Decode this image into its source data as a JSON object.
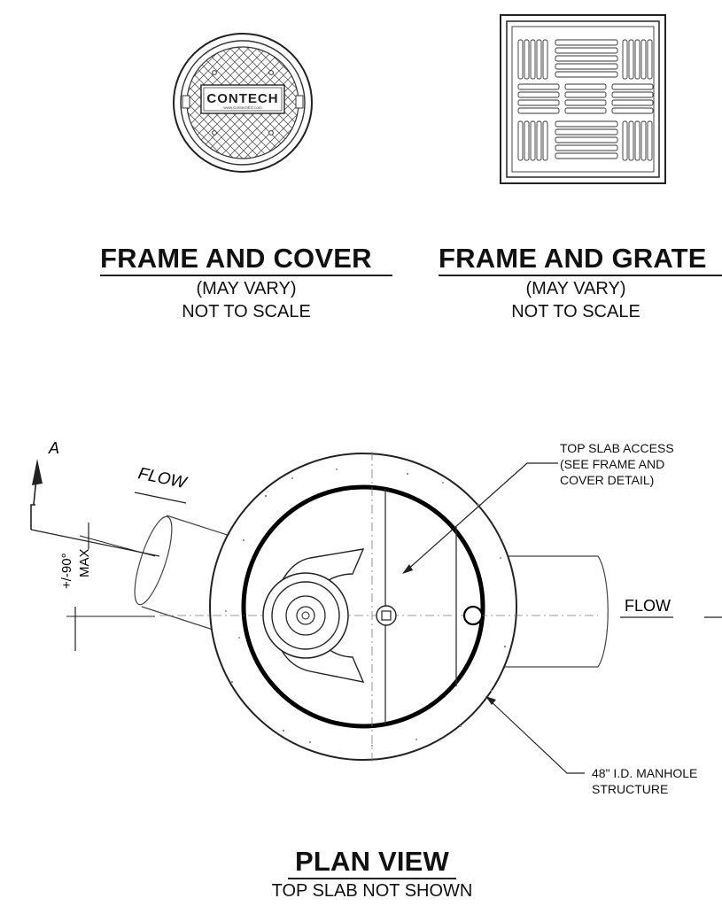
{
  "details": {
    "cover": {
      "title": "FRAME AND COVER",
      "note1": "(MAY VARY)",
      "note2": "NOT TO SCALE",
      "cover_text": "CONTECH",
      "cover_subtext": "www.ContechES.com"
    },
    "grate": {
      "title": "FRAME AND GRATE",
      "note1": "(MAY VARY)",
      "note2": "NOT TO SCALE"
    }
  },
  "plan": {
    "title": "PLAN VIEW",
    "subtitle": "TOP SLAB NOT SHOWN",
    "section_marker": "A",
    "flow_in": "FLOW",
    "flow_out": "FLOW",
    "angle_label": "+/-90°",
    "angle_max": "MAX",
    "callout_access": [
      "TOP SLAB ACCESS",
      "(SEE FRAME AND",
      "COVER DETAIL)"
    ],
    "callout_structure": [
      "48\" I.D. MANHOLE",
      "STRUCTURE"
    ]
  }
}
